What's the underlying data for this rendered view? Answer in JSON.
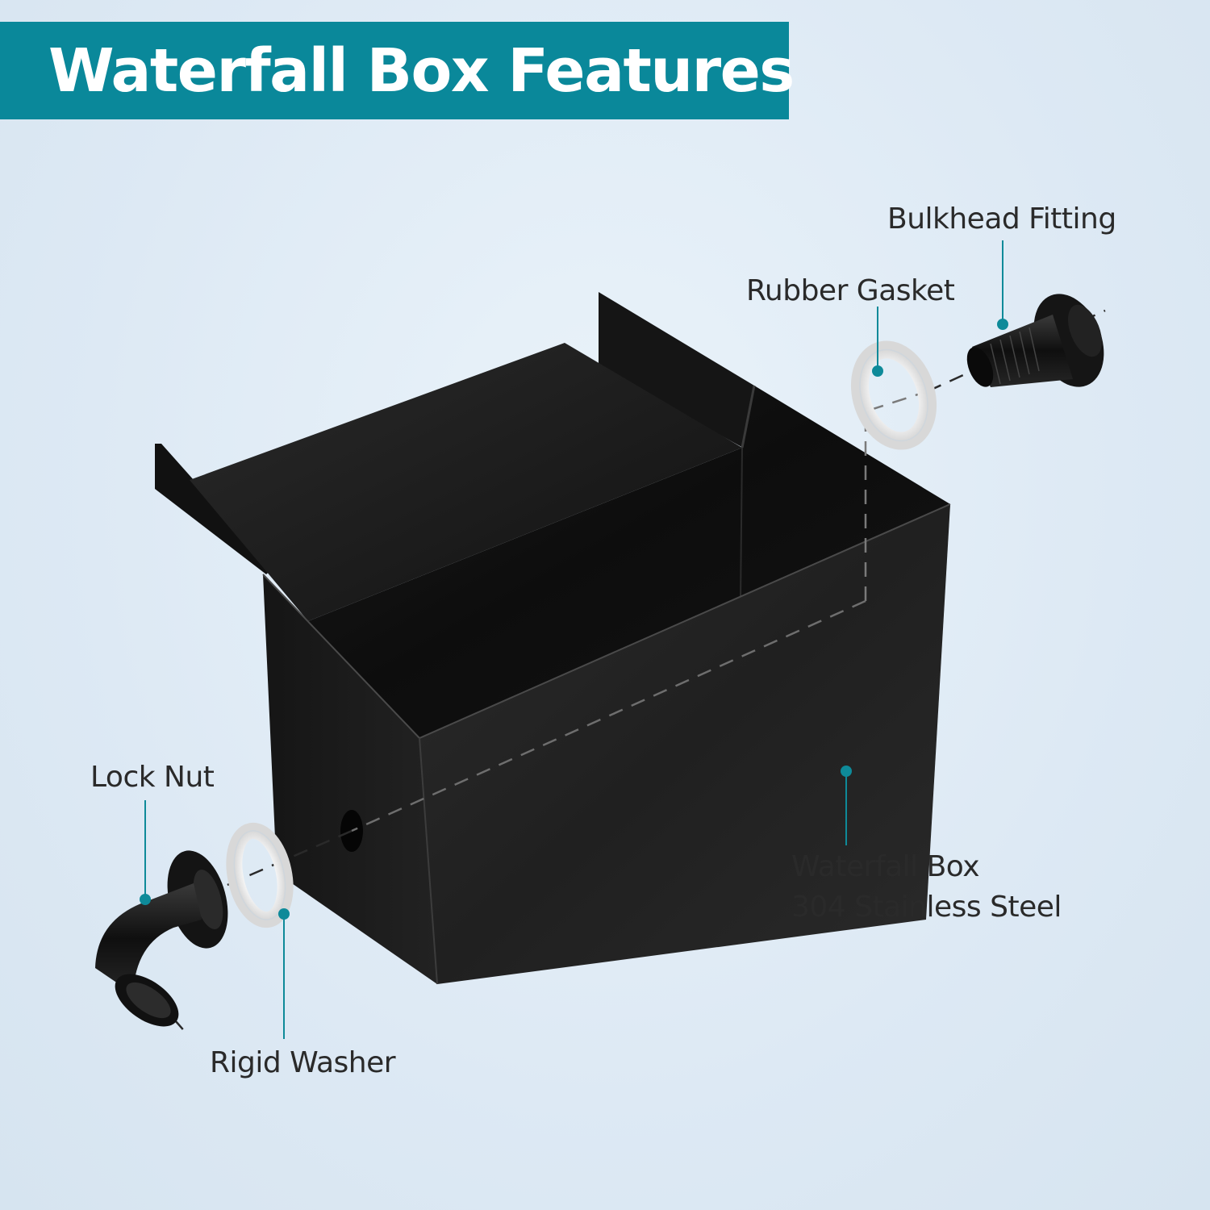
{
  "title": "Waterfall Box Features",
  "colors": {
    "banner": "#0a889a",
    "accent": "#0e8a99",
    "body": "#1b1b1b",
    "background": "#dde9f4"
  },
  "labels": {
    "bulkhead_fitting": "Bulkhead Fitting",
    "rubber_gasket": "Rubber Gasket",
    "lock_nut": "Lock Nut",
    "rigid_washer": "Rigid Washer",
    "waterfall_box_line1": "Waterfall Box",
    "waterfall_box_line2": "304 Stainless Steel"
  }
}
